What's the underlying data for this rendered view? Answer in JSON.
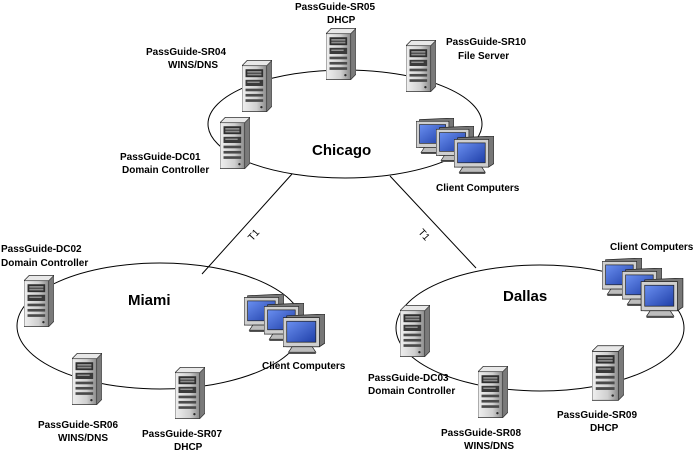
{
  "sites": {
    "chicago": "Chicago",
    "miami": "Miami",
    "dallas": "Dallas"
  },
  "links": {
    "chicago_miami": "T1",
    "chicago_dallas": "T1"
  },
  "servers": {
    "sr05": {
      "name": "PassGuide-SR05",
      "role": "DHCP"
    },
    "sr04": {
      "name": "PassGuide-SR04",
      "role": "WINS/DNS"
    },
    "sr10": {
      "name": "PassGuide-SR10",
      "role": "File Server"
    },
    "dc01": {
      "name": "PassGuide-DC01",
      "role": "Domain Controller"
    },
    "dc02": {
      "name": "PassGuide-DC02",
      "role": "Domain Controller"
    },
    "sr06": {
      "name": "PassGuide-SR06",
      "role": "WINS/DNS"
    },
    "sr07": {
      "name": "PassGuide-SR07",
      "role": "DHCP"
    },
    "dc03": {
      "name": "PassGuide-DC03",
      "role": "Domain Controller"
    },
    "sr08": {
      "name": "PassGuide-SR08",
      "role": "WINS/DNS"
    },
    "sr09": {
      "name": "PassGuide-SR09",
      "role": "DHCP"
    }
  },
  "clients": {
    "chicago": "Client Computers",
    "miami": "Client Computers",
    "dallas": "Client Computers"
  },
  "colors": {
    "server_body": "#d6d6d6",
    "server_dark": "#3a3a3a",
    "monitor_screen": "#2a55c8",
    "line": "#000000"
  }
}
